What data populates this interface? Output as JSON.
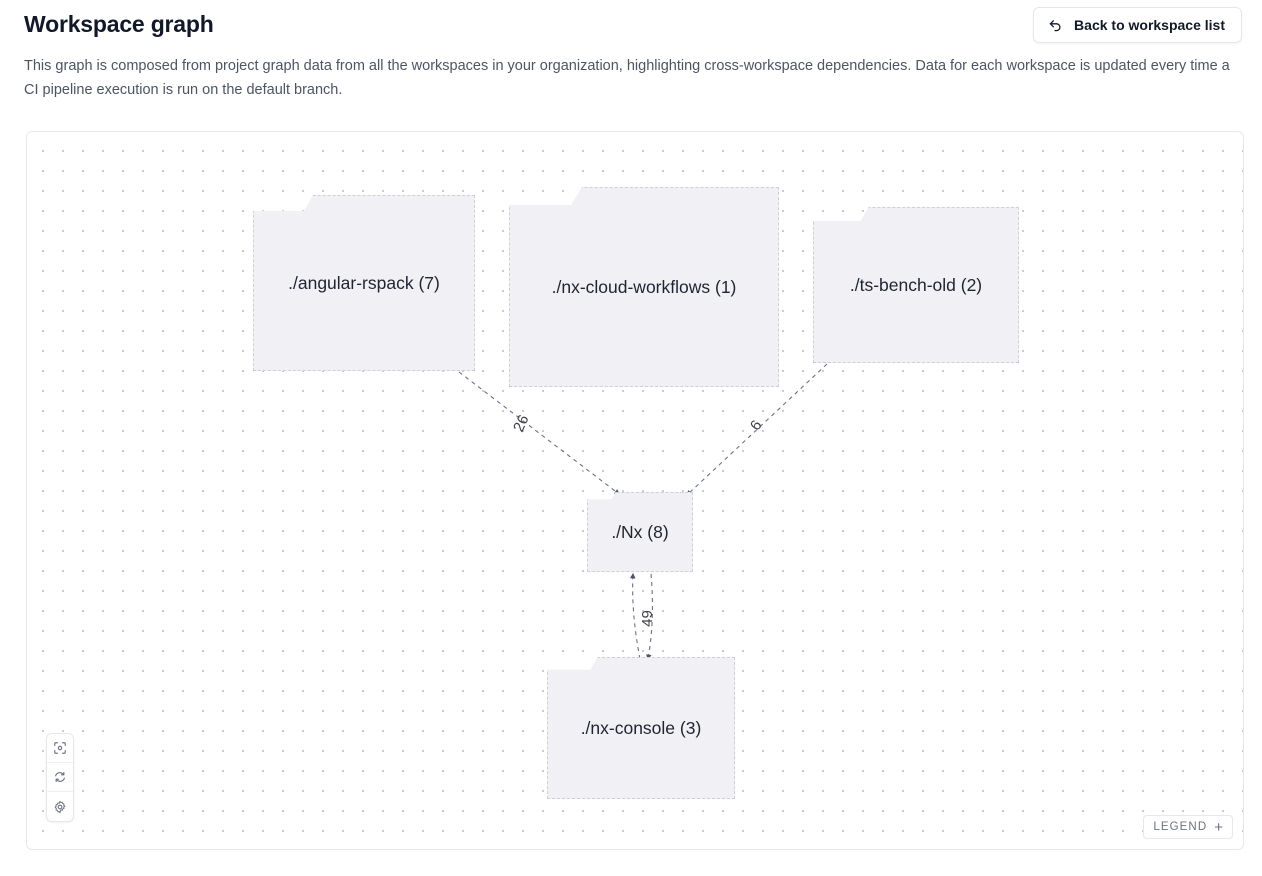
{
  "header": {
    "title": "Workspace graph",
    "back_button": {
      "label": "Back to workspace list",
      "icon": "back-arrow-icon"
    }
  },
  "description": "This graph is composed from project graph data from all the workspaces in your organization, highlighting cross-workspace dependencies. Data for each workspace is updated every time a CI pipeline execution is run on the default branch.",
  "graph": {
    "nodes": [
      {
        "id": "angular-rspack",
        "label": "./angular-rspack (7)"
      },
      {
        "id": "nx-cloud-workflows",
        "label": "./nx-cloud-workflows (1)"
      },
      {
        "id": "ts-bench-old",
        "label": "./ts-bench-old (2)"
      },
      {
        "id": "nx",
        "label": "./Nx (8)"
      },
      {
        "id": "nx-console",
        "label": "./nx-console (3)"
      }
    ],
    "edges": [
      {
        "from": "angular-rspack",
        "to": "nx",
        "label": "26"
      },
      {
        "from": "ts-bench-old",
        "to": "nx",
        "label": "6"
      },
      {
        "from": "nx-console",
        "to": "nx",
        "label": "49"
      },
      {
        "from": "nx",
        "to": "nx-console",
        "label": ""
      }
    ],
    "controls": [
      {
        "id": "focus",
        "icon": "focus-target-icon"
      },
      {
        "id": "refresh",
        "icon": "refresh-icon"
      },
      {
        "id": "settings",
        "icon": "gear-icon"
      }
    ],
    "legend": {
      "label": "LEGEND",
      "expand_icon": "plus-icon"
    }
  },
  "colors": {
    "node_fill": "#f1f0f5",
    "node_border": "#cfcfd8",
    "canvas_dot": "#c7c7cf",
    "text": "#1f2430"
  }
}
